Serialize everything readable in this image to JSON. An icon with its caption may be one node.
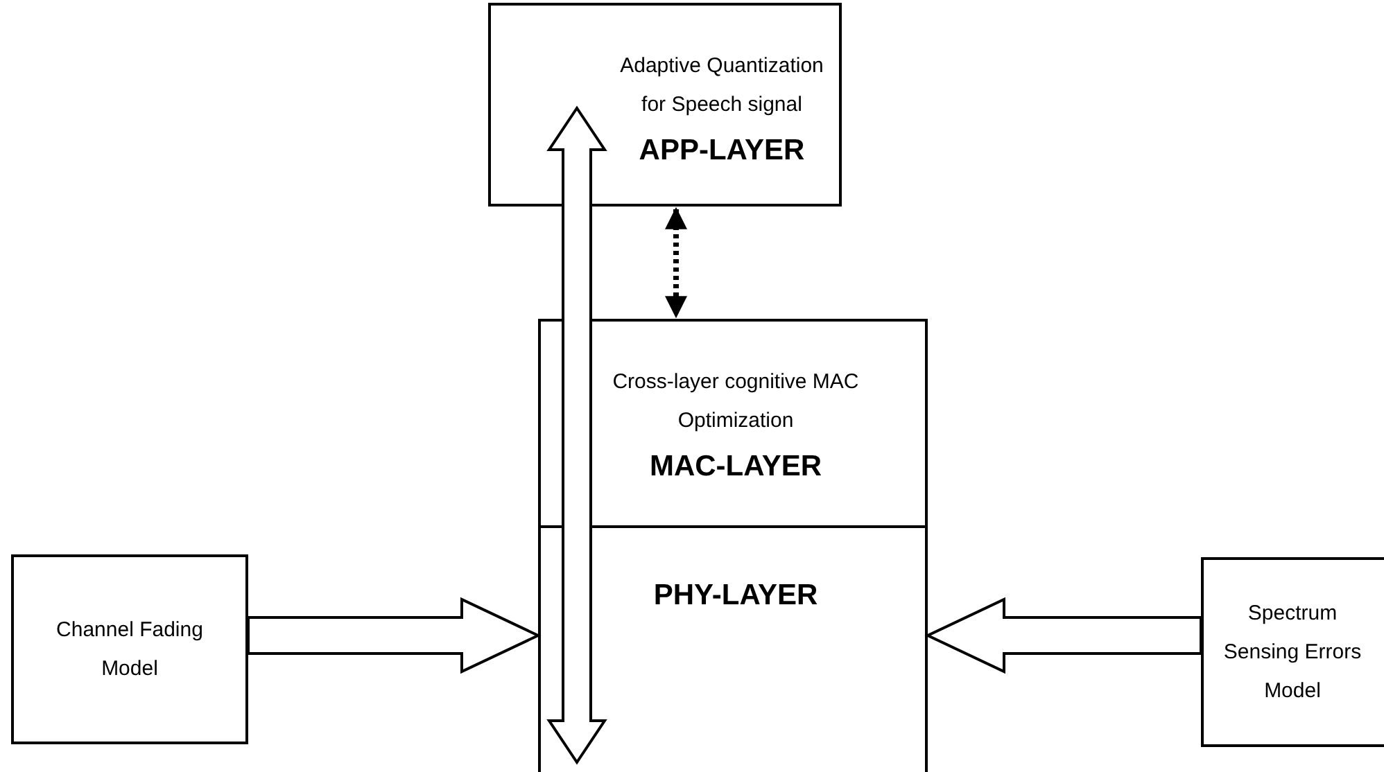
{
  "diagram": {
    "nodes": [
      {
        "text": [
          "Adaptive Quantization for Speech signal",
          "APP-LAYER"
        ]
      },
      {
        "text": [
          "Cross-layer cognitive MAC Optimization",
          "MAC-LAYER"
        ]
      },
      {
        "text": [
          "PHY-LAYER"
        ]
      },
      {
        "text": [
          "Channel Fading Model"
        ]
      },
      {
        "text": [
          "Spectrum Sensing Errors Model"
        ]
      }
    ],
    "edges": [
      {
        "from": 0,
        "to": 2,
        "arrow": "both",
        "style": "thick"
      },
      {
        "from": 0,
        "to": 1,
        "arrow": "both",
        "style": "dashed"
      },
      {
        "from": 3,
        "to": 2,
        "arrow": "to",
        "style": "thick"
      },
      {
        "from": 4,
        "to": 2,
        "arrow": "to",
        "style": "thick"
      }
    ]
  }
}
